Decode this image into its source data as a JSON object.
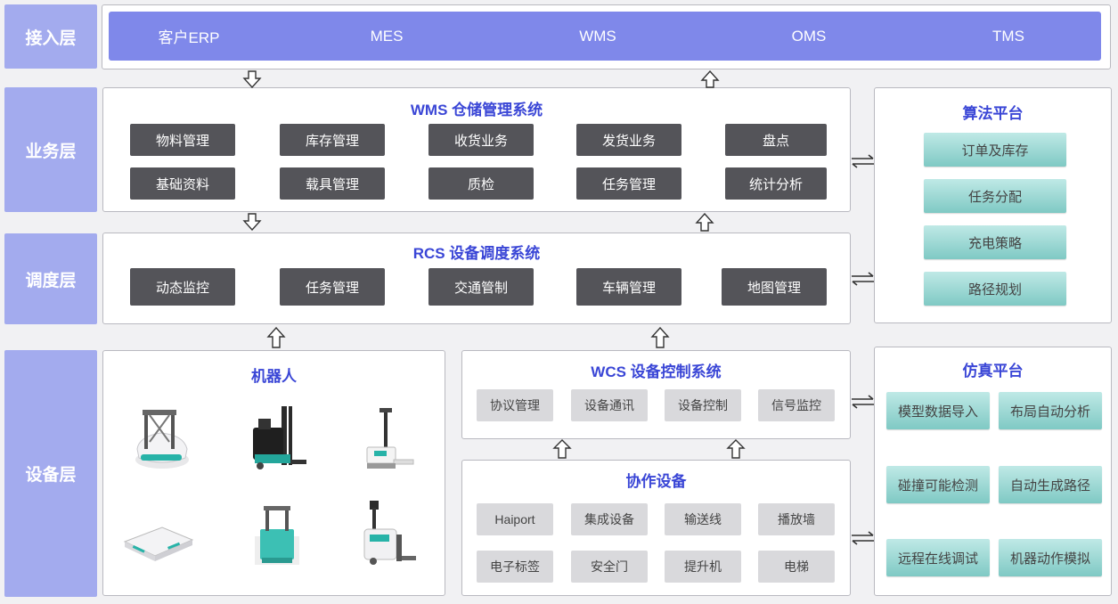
{
  "layers": {
    "access": "接入层",
    "business": "业务层",
    "dispatch": "调度层",
    "device": "设备层"
  },
  "access_systems": [
    "客户ERP",
    "MES",
    "WMS",
    "OMS",
    "TMS"
  ],
  "wms": {
    "title": "WMS 仓储管理系统",
    "modules": [
      "物料管理",
      "库存管理",
      "收货业务",
      "发货业务",
      "盘点",
      "基础资料",
      "载具管理",
      "质检",
      "任务管理",
      "统计分析"
    ]
  },
  "rcs": {
    "title": "RCS 设备调度系统",
    "modules": [
      "动态监控",
      "任务管理",
      "交通管制",
      "车辆管理",
      "地图管理"
    ]
  },
  "algorithm": {
    "title": "算法平台",
    "modules": [
      "订单及库存",
      "任务分配",
      "充电策略",
      "路径规划"
    ]
  },
  "robots": {
    "title": "机器人"
  },
  "wcs": {
    "title": "WCS 设备控制系统",
    "modules": [
      "协议管理",
      "设备通讯",
      "设备控制",
      "信号监控"
    ]
  },
  "collab": {
    "title": "协作设备",
    "modules": [
      "Haiport",
      "集成设备",
      "输送线",
      "播放墙",
      "电子标签",
      "安全门",
      "提升机",
      "电梯"
    ]
  },
  "simulation": {
    "title": "仿真平台",
    "modules": [
      "模型数据导入",
      "布局自动分析",
      "碰撞可能检测",
      "自动生成路径",
      "远程在线调试",
      "机器动作模拟"
    ]
  },
  "colors": {
    "layer_label": "#a3abee",
    "access_bar": "#7f88ea",
    "title_blue": "#3a46d6",
    "dark_module": "#545459",
    "teal_module": "#7fc9c4",
    "grey_module": "#d9d9dc"
  }
}
